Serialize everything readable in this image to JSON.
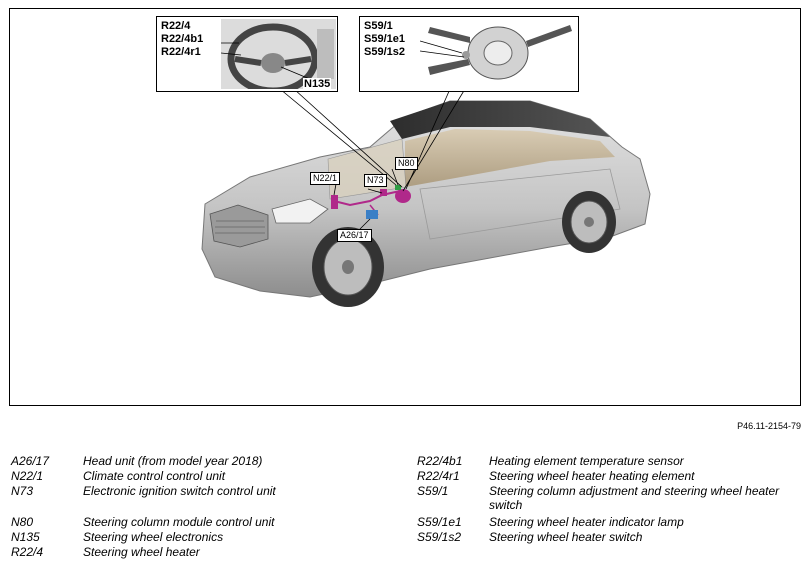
{
  "callouts": {
    "wheel": {
      "lines": [
        "R22/4",
        "R22/4b1",
        "R22/4r1"
      ],
      "extra_label": "N135"
    },
    "column": {
      "lines": [
        "S59/1",
        "S59/1e1",
        "S59/1s2"
      ]
    }
  },
  "tags": {
    "n80": "N80",
    "n22_1": "N22/1",
    "n73": "N73",
    "a26_17": "A26/17"
  },
  "reference_code": "P46.11-2154-79",
  "legend": {
    "left": [
      {
        "code": "A26/17",
        "desc": "Head unit (from model year 2018)"
      },
      {
        "code": "N22/1",
        "desc": "Climate control control unit"
      },
      {
        "code": "N73",
        "desc": "Electronic ignition switch control unit"
      },
      {
        "code": "N80",
        "desc": "Steering column module control unit"
      },
      {
        "code": "N135",
        "desc": "Steering wheel electronics"
      },
      {
        "code": "R22/4",
        "desc": "Steering wheel heater"
      }
    ],
    "right": [
      {
        "code": "R22/4b1",
        "desc": "Heating element temperature sensor"
      },
      {
        "code": "R22/4r1",
        "desc": "Steering wheel heater heating element"
      },
      {
        "code": "S59/1",
        "desc": "Steering column adjustment and steering wheel heater switch"
      },
      {
        "code": "S59/1e1",
        "desc": "Steering wheel heater indicator lamp"
      },
      {
        "code": "S59/1s2",
        "desc": "Steering wheel heater switch"
      }
    ]
  },
  "colors": {
    "component_highlight": "#b0298a",
    "control_unit_blue": "#3a7fc6",
    "car_body": "#c9c9c9",
    "car_dark": "#6f6f6f"
  }
}
